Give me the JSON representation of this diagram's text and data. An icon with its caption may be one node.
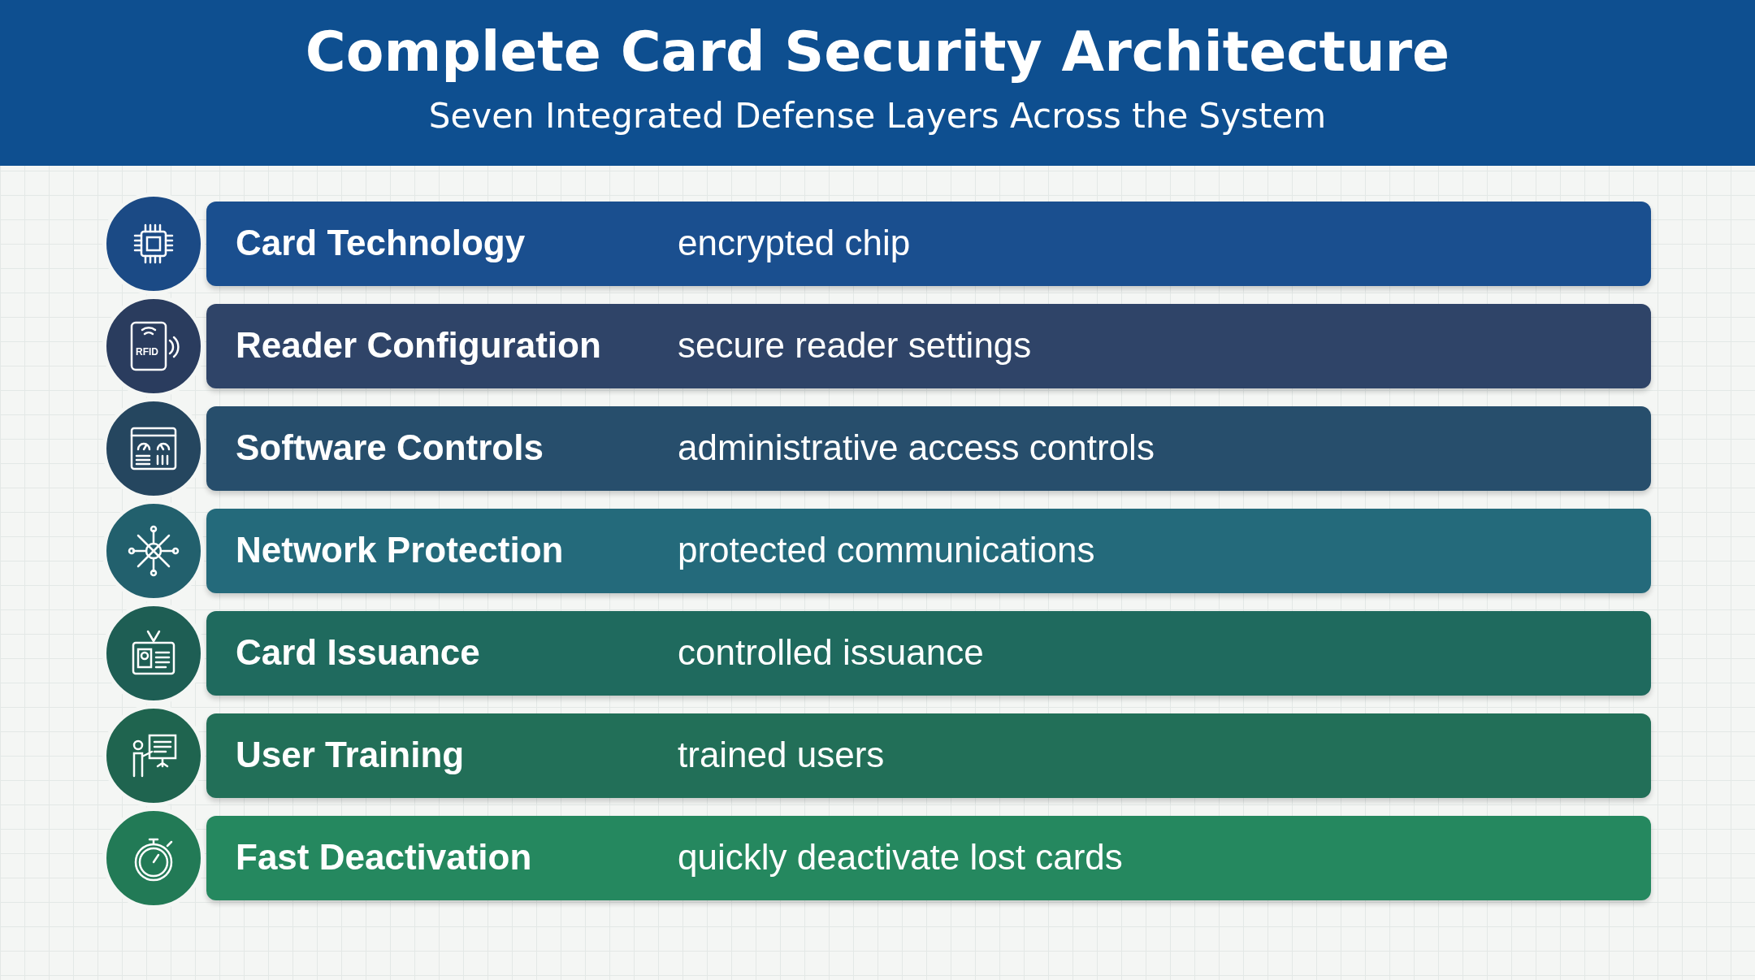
{
  "diagram": {
    "title": "Complete Card Security Architecture",
    "caption": "Seven Integrated Defense Layers Across the System",
    "nodes": [
      {
        "text": [
          "Card Technology",
          "encrypted chip"
        ]
      },
      {
        "text": [
          "Reader Configuration",
          "secure reader settings"
        ]
      },
      {
        "text": [
          "Software Controls",
          "administrative access controls"
        ]
      },
      {
        "text": [
          "Network Protection",
          "protected communications"
        ]
      },
      {
        "text": [
          "Card Issuance",
          "controlled issuance"
        ]
      },
      {
        "text": [
          "User Training",
          "trained users"
        ]
      },
      {
        "text": [
          "Fast Deactivation",
          "quickly deactivate lost cards"
        ]
      }
    ],
    "edges": [],
    "labels": [
      "RFID"
    ]
  }
}
